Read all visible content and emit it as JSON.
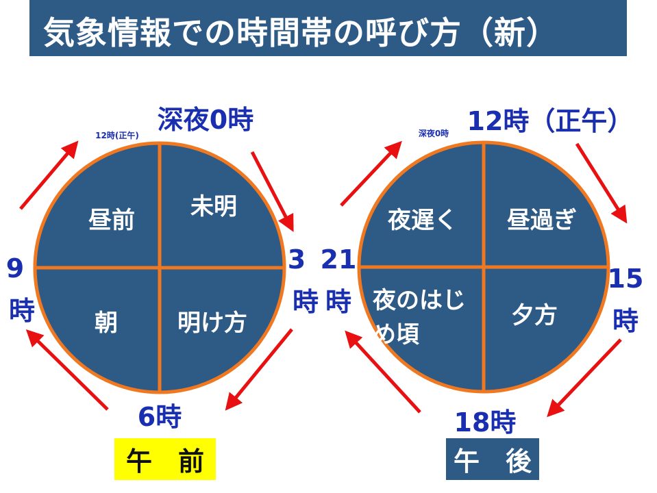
{
  "title": "気象情報での時間帯の呼び方（新）",
  "colors": {
    "title_bg": "#2e5a86",
    "circle_fill": "#2e5a86",
    "circle_stroke": "#f07820",
    "arrow": "#e81010",
    "label_text": "#1a2fb0",
    "am_badge_bg": "#ffff00",
    "pm_badge_bg": "#2e5a86"
  },
  "am": {
    "top_label": "深夜0時",
    "small_label": "12時(正午)",
    "right_label_num": "3",
    "right_label_unit": "時",
    "bottom_label": "6時",
    "left_label_num": "9",
    "left_label_unit": "時",
    "segments": {
      "top_right": "未明",
      "bottom_right": "明け方",
      "bottom_left": "朝",
      "top_left": "昼前"
    },
    "badge": "午　前"
  },
  "pm": {
    "top_label": "12時（正午）",
    "small_label": "深夜0時",
    "right_label_num": "15",
    "right_label_unit": "時",
    "bottom_label": "18時",
    "left_label_num": "21",
    "left_label_unit": "時",
    "segments": {
      "top_right": "昼過ぎ",
      "bottom_right": "夕方",
      "bottom_left_line1": "夜のはじ",
      "bottom_left_line2": "め頃",
      "top_left": "夜遅く"
    },
    "badge": "午　後"
  }
}
